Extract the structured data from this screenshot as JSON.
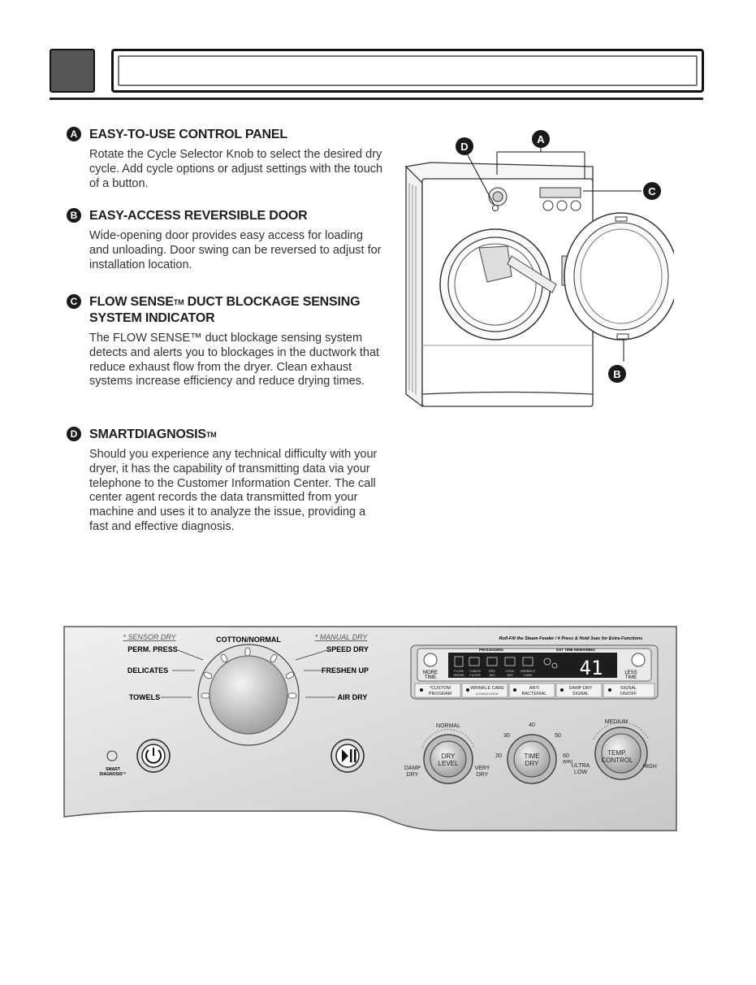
{
  "sections": [
    {
      "letter": "A",
      "title": "EASY-TO-USE CONTROL PANEL",
      "title_tm": "",
      "title_rest": "",
      "body": "Rotate the Cycle Selector Knob to select the desired dry cycle. Add cycle options or adjust settings with the touch of a button."
    },
    {
      "letter": "B",
      "title": "EASY-ACCESS REVERSIBLE DOOR",
      "title_tm": "",
      "title_rest": "",
      "body": "Wide-opening door provides easy access for loading and unloading. Door swing can be reversed to adjust for installation location."
    },
    {
      "letter": "C",
      "title": "FLOW SENSE",
      "title_tm": "TM",
      "title_rest": " DUCT BLOCKAGE SENSING SYSTEM INDICATOR",
      "body": "The FLOW SENSE™ duct blockage sensing system detects and alerts you to blockages in the ductwork that reduce exhaust flow from the dryer. Clean exhaust systems increase efficiency and reduce drying times."
    },
    {
      "letter": "D",
      "title": "SMARTDIAGNOSIS",
      "title_tm": "TM",
      "title_rest": "",
      "body": "Should you experience any technical difficulty with your dryer, it has the capability of transmitting data via your telephone to the Customer Information Center. The call center agent records the data transmitted from your machine and uses it to analyze the issue, providing a fast and effective diagnosis."
    }
  ],
  "dryer": {
    "callouts": [
      "D",
      "A",
      "C",
      "B"
    ]
  },
  "panel": {
    "sensor_dry": "* SENSOR DRY",
    "manual_dry": "* MANUAL DRY",
    "cotton": "COTTON/NORMAL",
    "perm": "PERM. PRESS",
    "delicates": "DELICATES",
    "towels": "TOWELS",
    "speed": "SPEED DRY",
    "freshen": "FRESHEN UP",
    "airdry": "AIR DRY",
    "smart": "SMART",
    "diagnosis": "DIAGNOSIS™",
    "note": "Roll-Fill the Steam Feeder / # Press & Hold 3sec for Extra Functions",
    "processing": "PROCESSING",
    "est": "EST TIME REMAINING",
    "more1": "MORE",
    "more2": "TIME",
    "less1": "LESS",
    "less2": "TIME",
    "flow1": "FLOW",
    "flow2": "SENSE",
    "check1": "CHECK",
    "check2": "FILTER",
    "dry1": "DRY",
    "dry2": "ING",
    "cool1": "COOL",
    "cool2": "ING",
    "wrinkle1": "WRINKLE",
    "wrinkle2": "CARE",
    "time": "41",
    "btn1a": "*CUSTOM",
    "btn1b": "PROGRAM",
    "btn2a": "WRINKLE CARE",
    "btn2b": "# CHILD LOCK",
    "btn3a": "ANTI",
    "btn3b": "BACTERIAL",
    "btn4a": "DAMP DRY",
    "btn4b": "SIGNAL",
    "btn5a": "SIGNAL",
    "btn5b": "ON/OFF",
    "normal": "NORMAL",
    "damp1": "DAMP",
    "damp2": "DRY",
    "very1": "VERY",
    "very2": "DRY",
    "drylevel1": "DRY",
    "drylevel2": "LEVEL",
    "t40": "40",
    "t30": "30",
    "t50": "50",
    "t20": "20",
    "t60": "60",
    "tmin": "(MIN)",
    "timedry1": "TIME",
    "timedry2": "DRY",
    "medium": "MEDIUM",
    "ultra1": "ULTRA",
    "ultra2": "LOW",
    "high": "HIGH",
    "temp1": "TEMP.",
    "temp2": "CONTROL"
  }
}
